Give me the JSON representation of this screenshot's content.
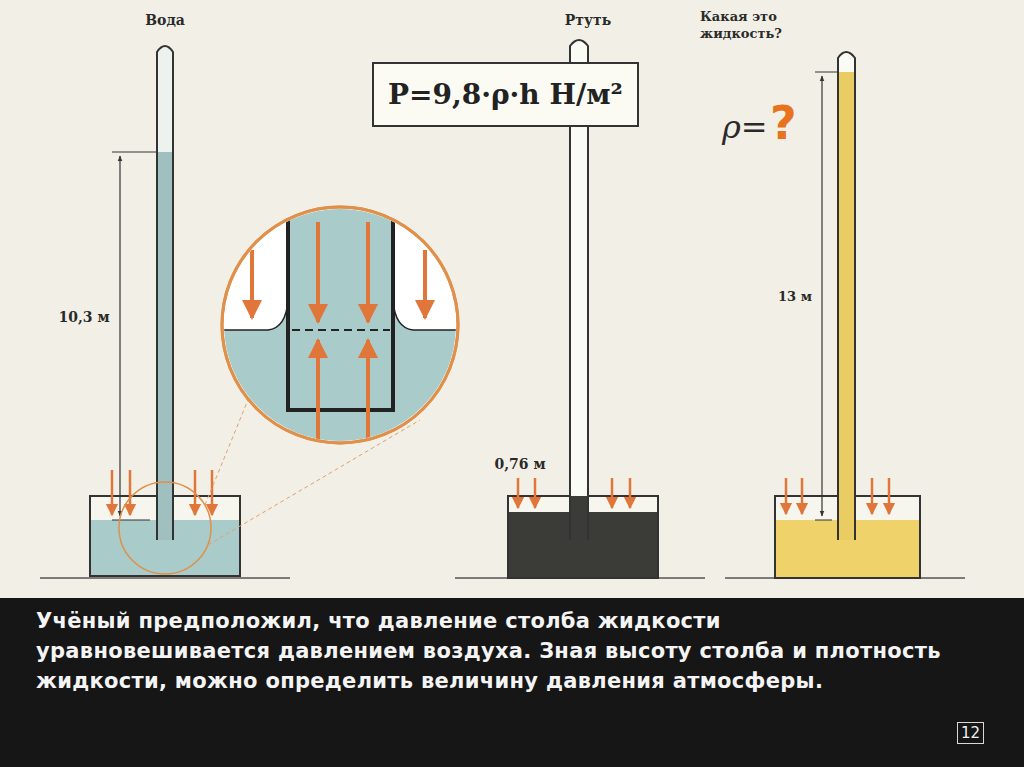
{
  "diagram": {
    "caption": "Учёный предположил, что давление столба жидкости уравновешивается давлением воздуха. Зная высоту столба и плотность жидкости, можно определить величину давления атмосферы.",
    "nodes": [
      {
        "text": [
          "P=9,8·ρ·h Н/м²"
        ]
      },
      {
        "text": [
          "12"
        ]
      }
    ],
    "edges": [],
    "labels": [
      "Вода",
      "Ртуть",
      "Какая это жидкость?",
      "ρ=",
      "?",
      "10,3 м",
      "0,76 м",
      "13 м"
    ]
  }
}
